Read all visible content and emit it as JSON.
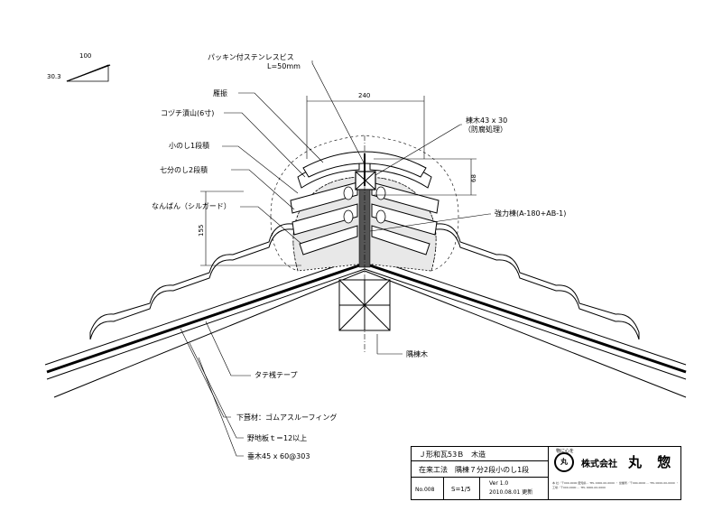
{
  "scale_marker": {
    "run": "100",
    "rise": "30.3"
  },
  "labels": {
    "screw": "パッキン付ステンレスビス",
    "screw_len": "L=50mm",
    "ganburi": "雁振",
    "kozuchi": "コヅチ漬山(6寸)",
    "konoshi": "小のし1段積",
    "shichibu": "七分のし2段積",
    "nanban": "なんばん（シルガード）",
    "munagi": "棟木43 x 30",
    "munagi_note": "（防腐処理）",
    "kyoryoku": "強力棟(A-180+AB-1)",
    "sumimunagi": "隅棟木",
    "tate": "タテ桟テープ",
    "shitabuki": "下葺材：ゴムアスルーフィング",
    "noji": "野地板ｔ＝12以上",
    "taruki": "垂木45 x 60@303"
  },
  "dimensions": {
    "width_top": "240",
    "height_right": "68",
    "height_left": "155"
  },
  "title_block": {
    "row1": "Ｊ形和瓦53Ｂ　木造",
    "row2": "在来工法　隅棟７分2段小のし1段",
    "no": "No.008",
    "scale": "S=1/5",
    "version": "Ver 1.0",
    "date": "2010.08.01 更新",
    "slogan": "物に心を",
    "logo_char": "丸",
    "company_prefix": "株式会社",
    "company_name": "丸 惣",
    "address": "本 社／〒000-0000 愛知県… TEL 0000-00-0000 ・ 営業所／〒000-0000 … TEL 0000-00-0000 ・ 工場／〒000-0000 … TEL 0000-00-0000"
  }
}
